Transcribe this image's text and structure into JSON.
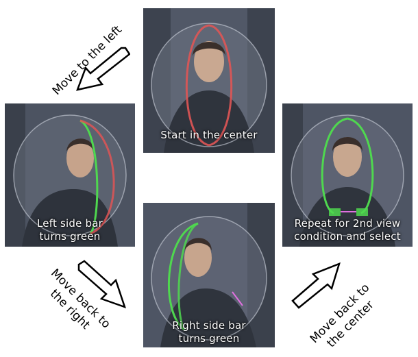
{
  "panels": {
    "top": {
      "caption": "Start in the center"
    },
    "left": {
      "caption": "Left side bar\nturns green"
    },
    "bottom": {
      "caption": "Right side bar\nturns green"
    },
    "right": {
      "caption": "Repeat for 2nd view\ncondition and select"
    }
  },
  "instructions": {
    "move_left": "Move to the left",
    "move_back_right": "Move back to\nthe right",
    "move_back_center": "Move back to\nthe center"
  },
  "colors": {
    "red_bar": "#e05555",
    "green_bar": "#4fd84f",
    "magenta_marker": "#e070e0"
  },
  "icons": [
    "arrow-down-left-icon",
    "arrow-down-right-icon",
    "arrow-up-right-icon"
  ]
}
